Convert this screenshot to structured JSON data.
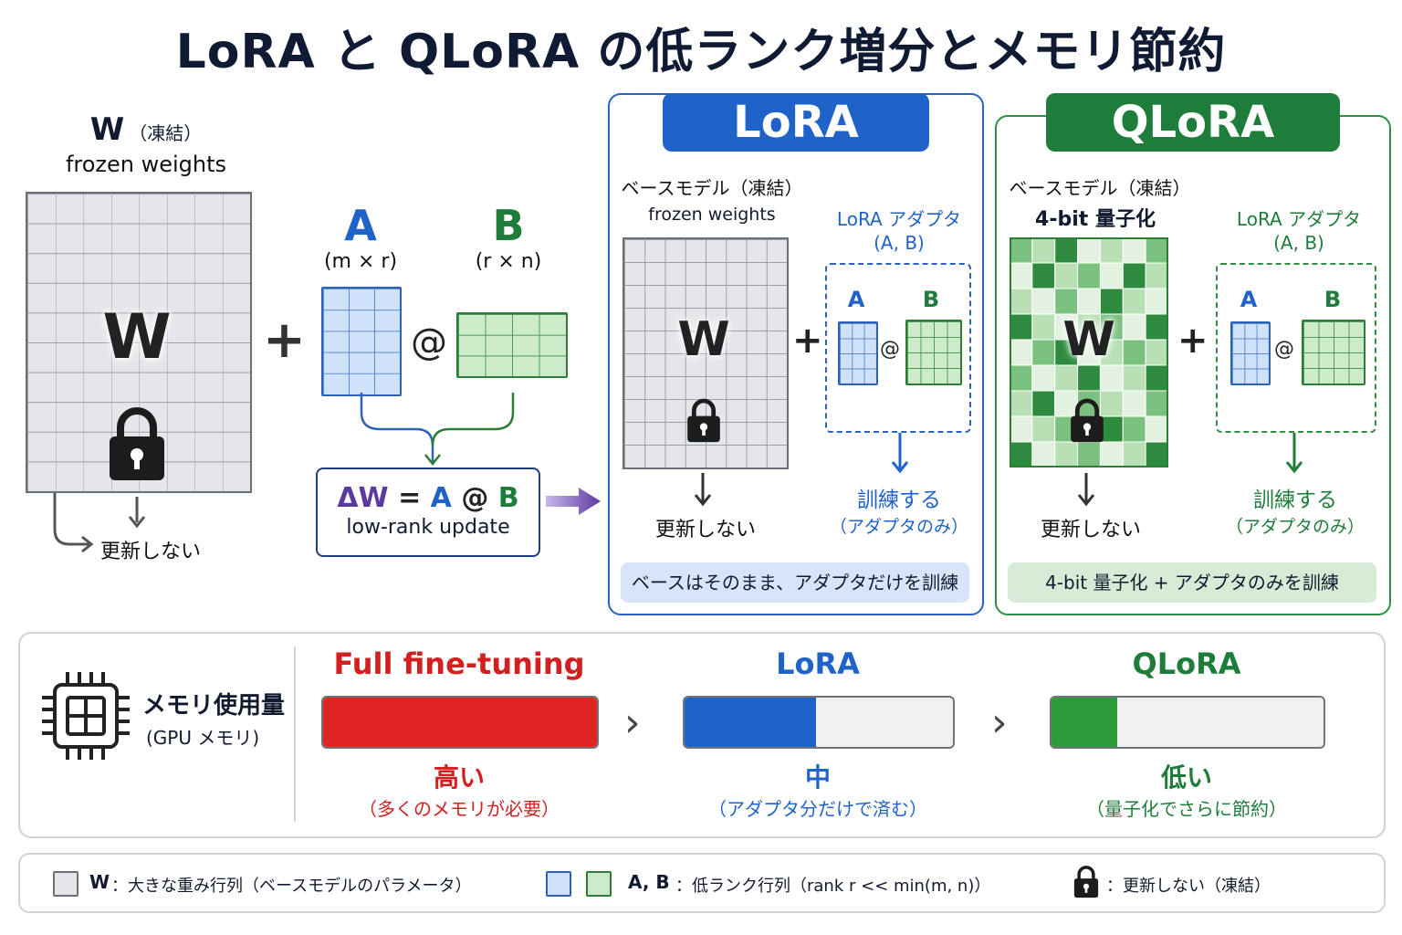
{
  "title": "LoRA と QLoRA の低ランク増分とメモリ節約",
  "left": {
    "w_heading": "W",
    "w_heading_sub": "（凍結）",
    "w_subtitle": "frozen weights",
    "w_matrix_label": "W",
    "no_update": "更新しない",
    "plus": "+",
    "a_label": "A",
    "a_dims": "(m × r)",
    "b_label": "B",
    "b_dims": "(r × n)",
    "at": "@",
    "formula_delta": "ΔW",
    "formula_eq": "=",
    "formula_a": "A",
    "formula_at": "@",
    "formula_b": "B",
    "formula_caption": "low-rank update"
  },
  "lora_panel": {
    "tab": "LoRA",
    "base_label": "ベースモデル（凍結）",
    "base_sub": "frozen weights",
    "adapter_label": "LoRA アダプタ",
    "adapter_sub": "(A, B)",
    "w_label": "W",
    "plus": "+",
    "a": "A",
    "b": "B",
    "at": "@",
    "no_update": "更新しない",
    "train": "訓練する",
    "train_sub": "（アダプタのみ）",
    "footer": "ベースはそのまま、アダプタだけを訓練"
  },
  "qlora_panel": {
    "tab": "QLoRA",
    "base_label": "ベースモデル（凍結）",
    "base_sub": "4-bit 量子化",
    "adapter_label": "LoRA アダプタ",
    "adapter_sub": "(A, B)",
    "w_label": "W",
    "plus": "+",
    "a": "A",
    "b": "B",
    "at": "@",
    "no_update": "更新しない",
    "train": "訓練する",
    "train_sub": "（アダプタのみ）",
    "footer": "4-bit 量子化 + アダプタのみを訓練"
  },
  "memory": {
    "label": "メモリ使用量",
    "label_sub": "(GPU メモリ)",
    "chevron": "›",
    "methods": [
      {
        "name": "Full fine-tuning",
        "level": "高い",
        "note": "（多くのメモリが必要）",
        "fill": 1.0,
        "color": "#e02424"
      },
      {
        "name": "LoRA",
        "level": "中",
        "note": "（アダプタ分だけで済む）",
        "fill": 0.49,
        "color": "#1f63c9"
      },
      {
        "name": "QLoRA",
        "level": "低い",
        "note": "（量子化でさらに節約）",
        "fill": 0.24,
        "color": "#2d9b39"
      }
    ]
  },
  "legend": {
    "w_key": "W",
    "w_text": "：大きな重み行列（ベースモデルのパラメータ）",
    "ab_key": "A, B",
    "ab_text": "：低ランク行列（rank r << min(m, n)）",
    "lock_text": "：更新しない（凍結）"
  },
  "colors": {
    "blue": "#1f63c9",
    "green": "#1e7d3a",
    "red": "#d21f1f",
    "purple": "#5b3aa0"
  }
}
